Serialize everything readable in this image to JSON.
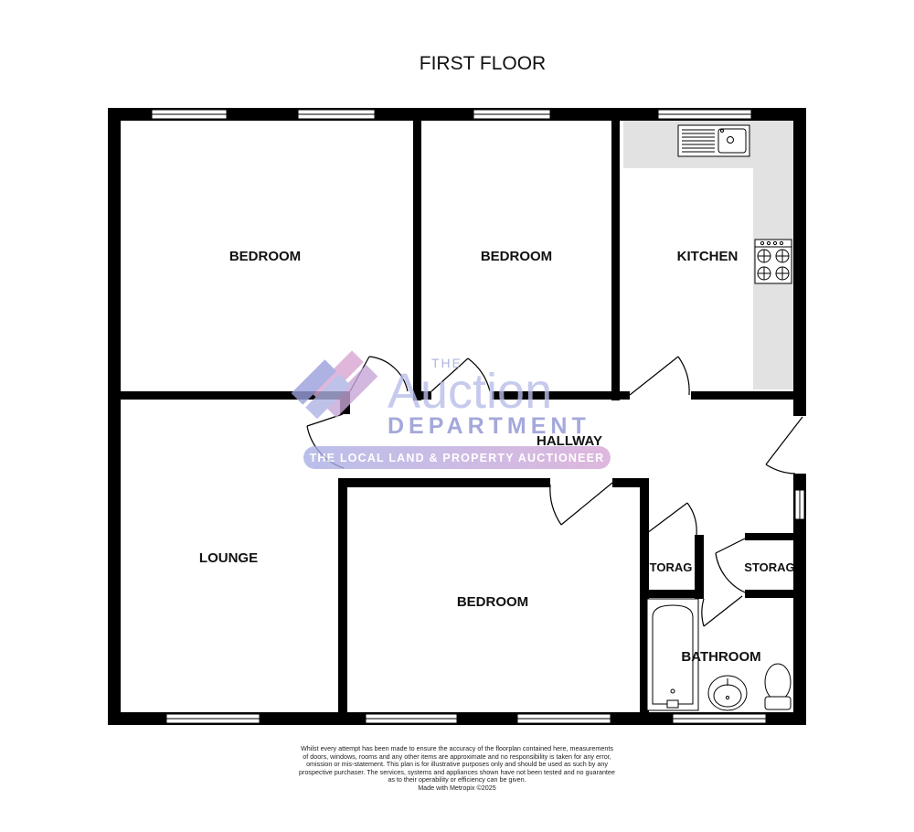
{
  "title": "FIRST FLOOR",
  "rooms": {
    "bedroom_1": "BEDROOM",
    "bedroom_2": "BEDROOM",
    "kitchen": "KITCHEN",
    "hallway": "HALLWAY",
    "lounge": "LOUNGE",
    "bedroom_3": "BEDROOM",
    "storage_1": "TORAG",
    "storage_2": "STORAG",
    "bathroom": "BATHROOM"
  },
  "watermark": {
    "the": "THE",
    "auction": "Auction",
    "department": "DEPARTMENT",
    "tagline": "THE LOCAL LAND & PROPERTY AUCTIONEER"
  },
  "disclaimer": [
    "Whilst every attempt has been made to ensure the accuracy of the floorplan contained here, measurements",
    "of doors, windows, rooms and any other items are approximate and no responsibility is taken for any error,",
    "omission or mis-statement. This plan is for illustrative purposes only and should be used as such by any",
    "prospective purchaser. The services, systems and appliances shown have not been tested and no guarantee",
    "as to their operability or efficiency can be given.",
    "Made with Metropix ©2025"
  ],
  "colors": {
    "wall": "#000000",
    "worktop": "#e2e2e2",
    "watermark_pink": "#d9a6d3",
    "watermark_blue": "#9aa0dc"
  }
}
